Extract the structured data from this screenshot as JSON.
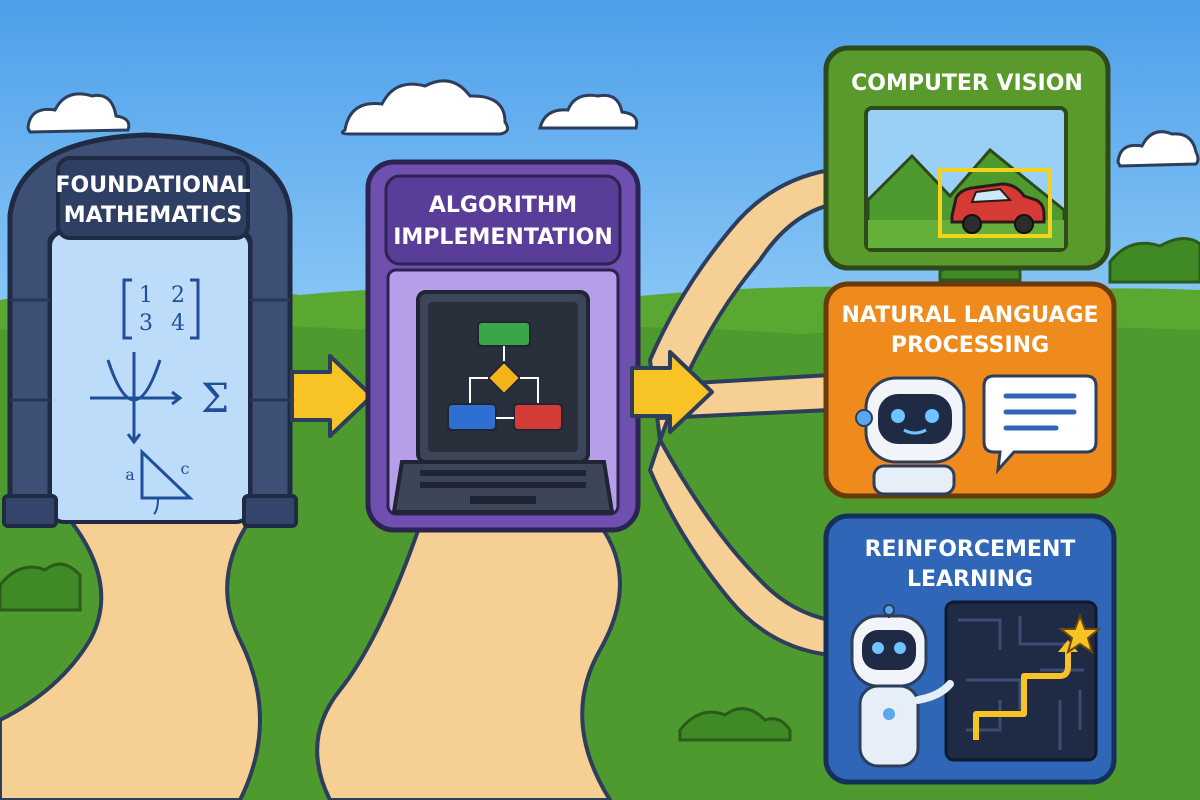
{
  "stages": {
    "foundation": {
      "title_line1": "FOUNDATIONAL",
      "title_line2": "MATHEMATICS",
      "matrix": [
        "1",
        "2",
        "3",
        "4"
      ],
      "sigma": "Σ",
      "triangle_a": "a",
      "triangle_c": "c"
    },
    "algorithm": {
      "title_line1": "ALGORITHM",
      "title_line2": "IMPLEMENTATION"
    }
  },
  "branches": {
    "vision": {
      "title": "COMPUTER VISION"
    },
    "nlp": {
      "title_line1": "NATURAL LANGUAGE",
      "title_line2": "PROCESSING"
    },
    "rl": {
      "title_line1": "REINFORCEMENT",
      "title_line2": "LEARNING"
    }
  },
  "icons": {
    "arrows": [
      "arrow-right-icon",
      "arrow-right-icon"
    ],
    "scene": [
      "cloud-icon",
      "car-icon",
      "robot-icon",
      "chat-bubble-icon",
      "maze-icon",
      "star-icon",
      "flowchart-icon",
      "laptop-icon"
    ]
  },
  "colors": {
    "sky": "#5aa7ee",
    "grass": "#4f9a2e",
    "path": "#f6cf95",
    "foundation": "#3d4f74",
    "algorithm": "#6f4fb0",
    "vision": "#5a9a2c",
    "nlp": "#ef8a1d",
    "rl": "#2f66b8",
    "arrow": "#f7c325"
  }
}
